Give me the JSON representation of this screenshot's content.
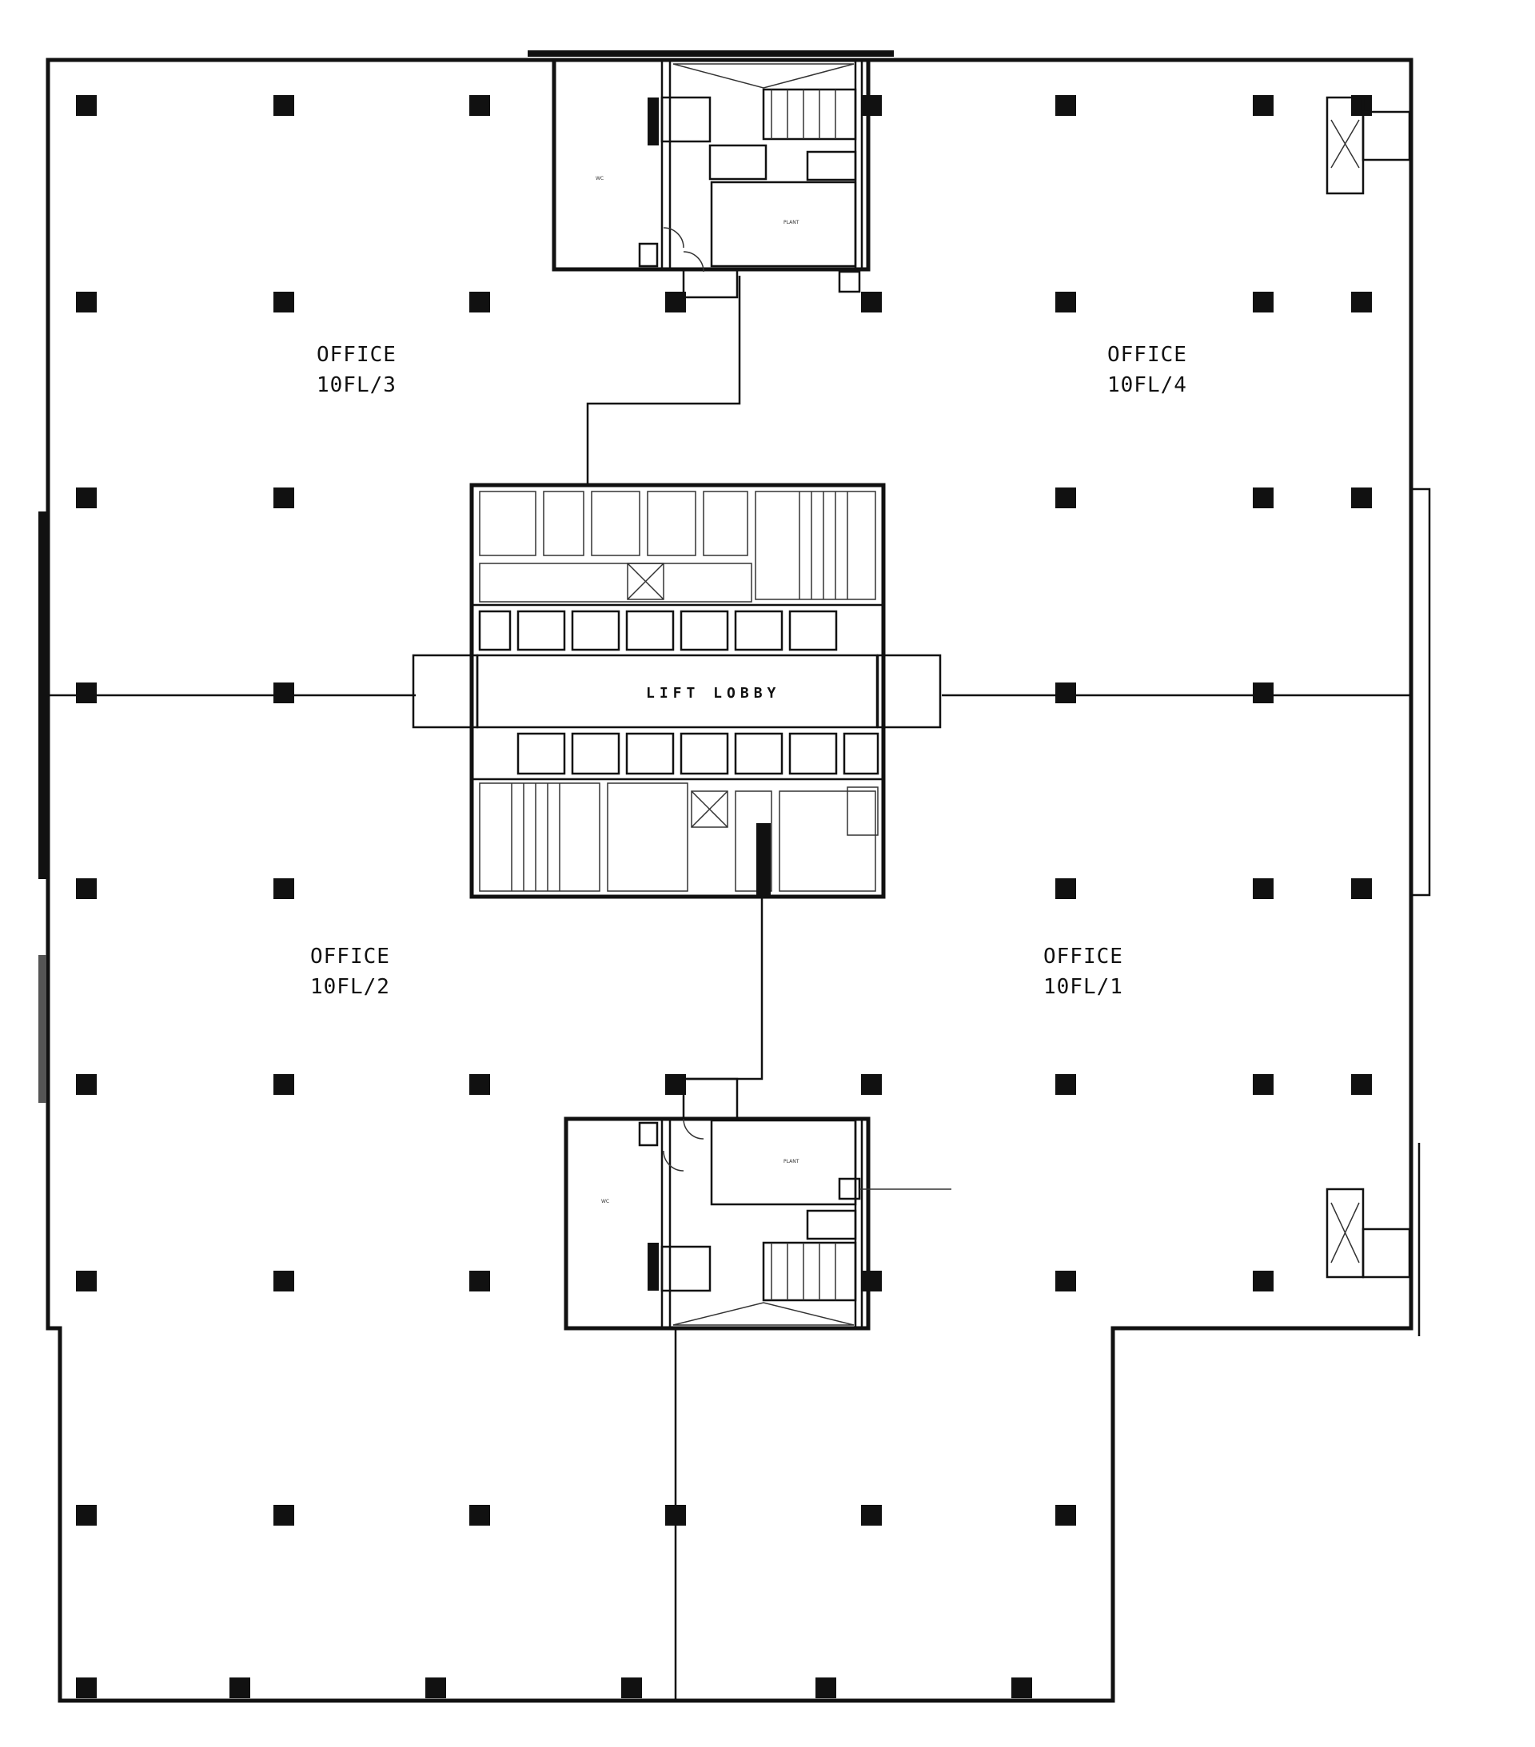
{
  "offices": [
    {
      "id": "office-3",
      "line1": "OFFICE",
      "line2": "10FL/3"
    },
    {
      "id": "office-4",
      "line1": "OFFICE",
      "line2": "10FL/4"
    },
    {
      "id": "office-2",
      "line1": "OFFICE",
      "line2": "10FL/2"
    },
    {
      "id": "office-1",
      "line1": "OFFICE",
      "line2": "10FL/1"
    }
  ],
  "lobby_label": "LIFT LOBBY"
}
